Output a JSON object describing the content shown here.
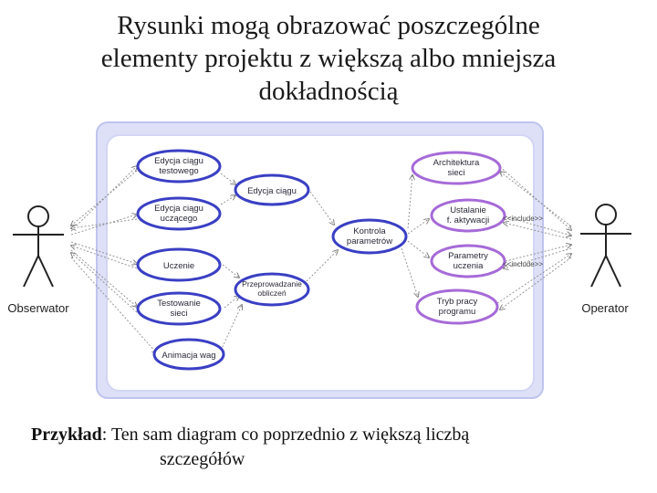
{
  "title": {
    "line1": "Rysunki mogą obrazować poszczególne",
    "line2": "elementy projektu z większą albo mniejsza",
    "line3": "dokładnością"
  },
  "diagram": {
    "actors": {
      "left": "Obserwator",
      "right": "Operator"
    },
    "use_cases": {
      "edycja_ciagu_testowego": [
        "Edycja ciągu",
        "testowego"
      ],
      "edycja_ciagu_uczacego": [
        "Edycja ciągu",
        "uczącego"
      ],
      "uczenie": [
        "Uczenie"
      ],
      "testowanie_sieci": [
        "Testowanie",
        "sieci"
      ],
      "animacja_wag": [
        "Animacja wag"
      ],
      "edycja_ciagu": [
        "Edycja ciągu"
      ],
      "przeprowadzanie_obliczen": [
        "Przeprowadzanie",
        "obliczeń"
      ],
      "kontrola_parametrow": [
        "Kontrola",
        "parametrów"
      ],
      "architektura_sieci": [
        "Architektura",
        "sieci"
      ],
      "ustalanie_f_aktywacji": [
        "Ustalanie",
        "f. aktywacji"
      ],
      "parametry_uczenia": [
        "Parametry",
        "uczenia"
      ],
      "tryb_pracy_programu": [
        "Tryb pracy",
        "programu"
      ]
    },
    "relation_labels": {
      "upper": "<<include>>",
      "lower": "<<include>>"
    }
  },
  "caption": {
    "bold": "Przykład",
    "rest": ": Ten sam diagram co poprzednio z większą liczbą",
    "line2": "szczegółów"
  },
  "colors": {
    "system_border": "#c9cdf0",
    "usecase_blue": "#3a3fc4",
    "usecase_purple": "#a66ad8",
    "arrow": "#8a8a8a"
  }
}
